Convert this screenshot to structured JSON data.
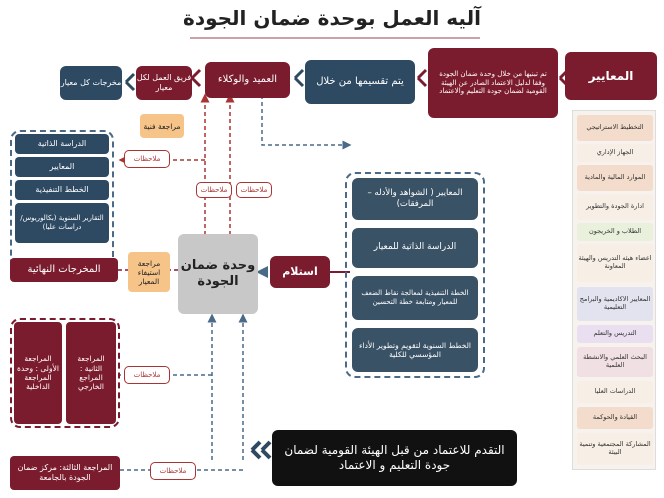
{
  "title": "آليه العمل بوحدة ضمان الجودة",
  "standards_box": "المعايير",
  "adoption_box": "تم تبنيها من خلال وحدة ضمان الجودة وفقا لدليل الاعتماد الصادر عن الهيئة القومية لضمان جودة التعليم والاعتماد",
  "divide_box": "يتم تقسيمها من خلال",
  "dean_box": "العميد والوكلاء",
  "team_box": "فريق العمل لكل معيار",
  "outputs_box": "مخرجات كل معيار",
  "tech_review": "مراجعة فنية",
  "left_group": [
    "الدراسة الذاتية",
    "المعايير",
    "الخطط التنفيذية",
    "التقارير السنوية (بكالوريوس/دراسات عليا)"
  ],
  "right_group": [
    "المعايير ( الشواهد والأدله – المرفقات)",
    "الدراسة الذاتية للمعيار",
    "الخطة التنفيذية لمعالجة نقاط الضعف للمعيار ومتابعة خطة التحسين",
    "الخطط السنوية لتقويم وتطوير الأداء المؤسسي للكلية"
  ],
  "quality_unit": "وحدة ضمان الجودة",
  "receive_box": "استلام",
  "final_outputs": "المخرجات النهائية",
  "completeness_review": "مراجعة استيفاء المعيار",
  "review_first": "المراجعة الأولى : وحدة المراجعة الداخلية",
  "review_second": "المراجعة الثانية : المراجع الخارجي",
  "review_third": "المراجعة الثالثة: مركز ضمان الجودة بالجامعة",
  "accreditation_box": "التقدم للاعتماد من قبل الهيئة القومية لضمان جودة التعليم و الاعتماد",
  "note_label": "ملاحظات",
  "side_items": [
    "التخطيط الاستراتيجي",
    "الجهاز الإداري",
    "الموارد المالية والمادية",
    "ادارة الجودة والتطوير",
    "الطلاب و الخريجون",
    "اعضاء هيئه التدريس والهيئة المعاونة",
    "المعايير الاكاديمية والبرامج التعليمية",
    "التدريس والتعلم",
    "البحث العلمي والانشطة العلمية",
    "الدراسات العليا",
    "القيادة والحوكمة",
    "المشاركة المجتمعية وتنمية البيئة"
  ],
  "colors": {
    "maroon": "#7b1c2e",
    "navy": "#2e4a63",
    "peach": "#f6c488",
    "note": "#aa3333"
  }
}
